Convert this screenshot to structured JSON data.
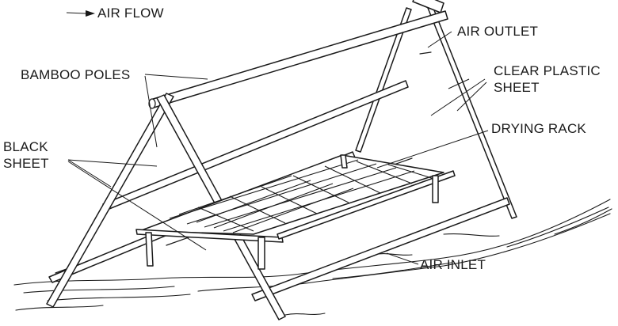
{
  "labels": {
    "air_flow": "AIR FLOW",
    "air_outlet": "AIR OUTLET",
    "bamboo_poles": "BAMBOO POLES",
    "clear_plastic_sheet_line1": "CLEAR PLASTIC",
    "clear_plastic_sheet_line2": "SHEET",
    "drying_rack": "DRYING RACK",
    "black_sheet_line1": "BLACK",
    "black_sheet_line2": "SHEET",
    "air_inlet": "AIR INLET"
  },
  "colors": {
    "ink": "#1a1a1a",
    "background": "#ffffff"
  }
}
